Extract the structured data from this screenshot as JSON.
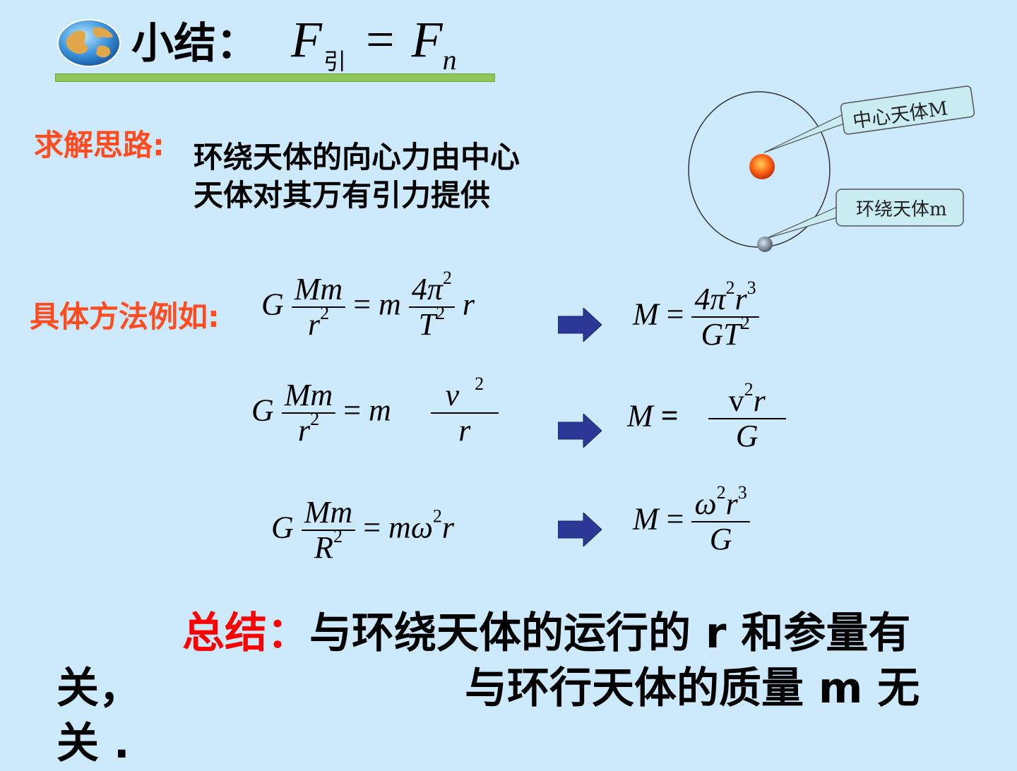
{
  "title": {
    "text": "小结：",
    "formula_lhs": "F",
    "formula_lhs_sub": "引",
    "formula_eq": "=",
    "formula_rhs": "F",
    "formula_rhs_sub": "n"
  },
  "approach": {
    "label": "求解思路:",
    "text_line1": "环绕天体的向心力由中心",
    "text_line2": "天体对其万有引力提供"
  },
  "diagram": {
    "central_label": "中心天体M",
    "orbiting_label": "环绕天体m"
  },
  "methods": {
    "label": "具体方法例如:"
  },
  "equations": {
    "eq1": {
      "G": "G",
      "num": "Mm",
      "den": "r",
      "den_sup": "2",
      "eq": "=",
      "m": "m",
      "num2": "4π",
      "num2_sup": "2",
      "den2": "T",
      "den2_sup": "2",
      "tail": "r",
      "result_M": "M",
      "result_eq": "=",
      "result_num_a": "4π",
      "result_num_a_sup": "2",
      "result_num_b": "r",
      "result_num_b_sup": "3",
      "result_den": "GT",
      "result_den_sup": "2"
    },
    "eq2": {
      "G": "G",
      "num": "Mm",
      "den": "r",
      "den_sup": "2",
      "eq": "=",
      "m": "m",
      "num2": "v",
      "num2_sup": "2",
      "den2": "r",
      "result_M": "M",
      "result_eq": "=",
      "result_num_a": "v",
      "result_num_a_sup": "2",
      "result_num_b": "r",
      "result_den": "G"
    },
    "eq3": {
      "G": "G",
      "num": "Mm",
      "den": "R",
      "den_sup": "2",
      "eq": "=",
      "rhs_a": "mω",
      "rhs_a_sup": "2",
      "rhs_b": "r",
      "result_M": "M",
      "result_eq": "=",
      "result_num_a": "ω",
      "result_num_a_sup": "2",
      "result_num_b": "r",
      "result_num_b_sup": "3",
      "result_den": "G"
    }
  },
  "summary": {
    "label": "总结：",
    "line1": "与环绕天体的运行的 r 和参量有",
    "line2a": "关，",
    "line2b": "与环行天体的质量 m 无",
    "line3": "关 ."
  },
  "colors": {
    "background": "#cdeafc",
    "accent_label": "#ff4b1e",
    "summary_label": "#ff0000",
    "underline": "#8fc659",
    "arrow": "#2b3896"
  }
}
